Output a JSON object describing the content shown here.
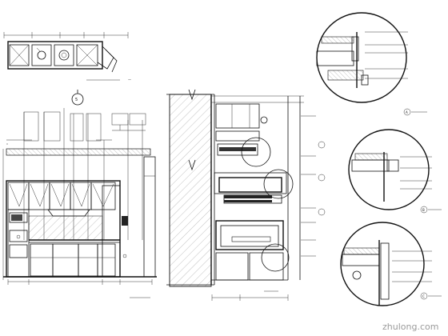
{
  "watermark": "zhulong.com",
  "labels": {
    "callout_top": "5",
    "callout_mid": "B",
    "detail_a": "A",
    "detail_b": "B",
    "detail_c": "C"
  },
  "colors": {
    "line": "#111111",
    "hatch": "#666666",
    "watermark": "#9a9a9a"
  }
}
